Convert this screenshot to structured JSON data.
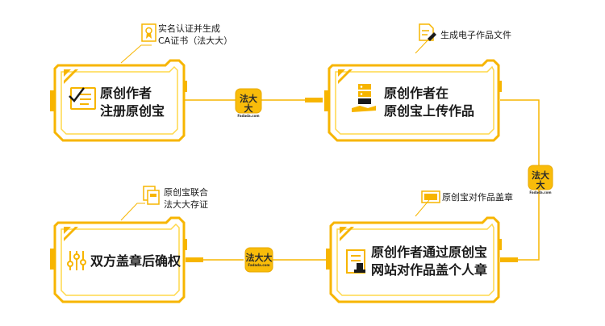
{
  "brand": {
    "badge_text": "法大大",
    "badge_subtext": "Fadada.com"
  },
  "colors": {
    "accent": "#F7B500",
    "accent_light": "#FFD84A",
    "ink": "#1A1A1A",
    "badge_fill": "#F9BC0A"
  },
  "steps": [
    {
      "id": "register",
      "title_line1": "原创作者",
      "title_line2": "注册原创宝",
      "icon": "checklist-icon"
    },
    {
      "id": "upload",
      "title_line1": "原创作者在",
      "title_line2": "原创宝上传作品",
      "icon": "server-hand-icon"
    },
    {
      "id": "stamp",
      "title_line1": "原创作者通过原创宝",
      "title_line2": "网站对作品盖个人章",
      "icon": "stamp-document-icon"
    },
    {
      "id": "confirm",
      "title_line1": "双方盖章后确权",
      "title_line2": "",
      "icon": "sliders-icon"
    }
  ],
  "notes": [
    {
      "id": "ca",
      "line1": "实名认证并生成",
      "line2": "CA证书（法大大）",
      "icon": "certificate-icon"
    },
    {
      "id": "ebook",
      "line1": "生成电子作品文件",
      "line2": "",
      "icon": "file-edit-icon"
    },
    {
      "id": "seal",
      "line1": "原创宝对作品盖章",
      "line2": "",
      "icon": "seal-card-icon"
    },
    {
      "id": "archive",
      "line1": "原创宝联合",
      "line2": "法大大存证",
      "icon": "copy-docs-icon"
    }
  ]
}
